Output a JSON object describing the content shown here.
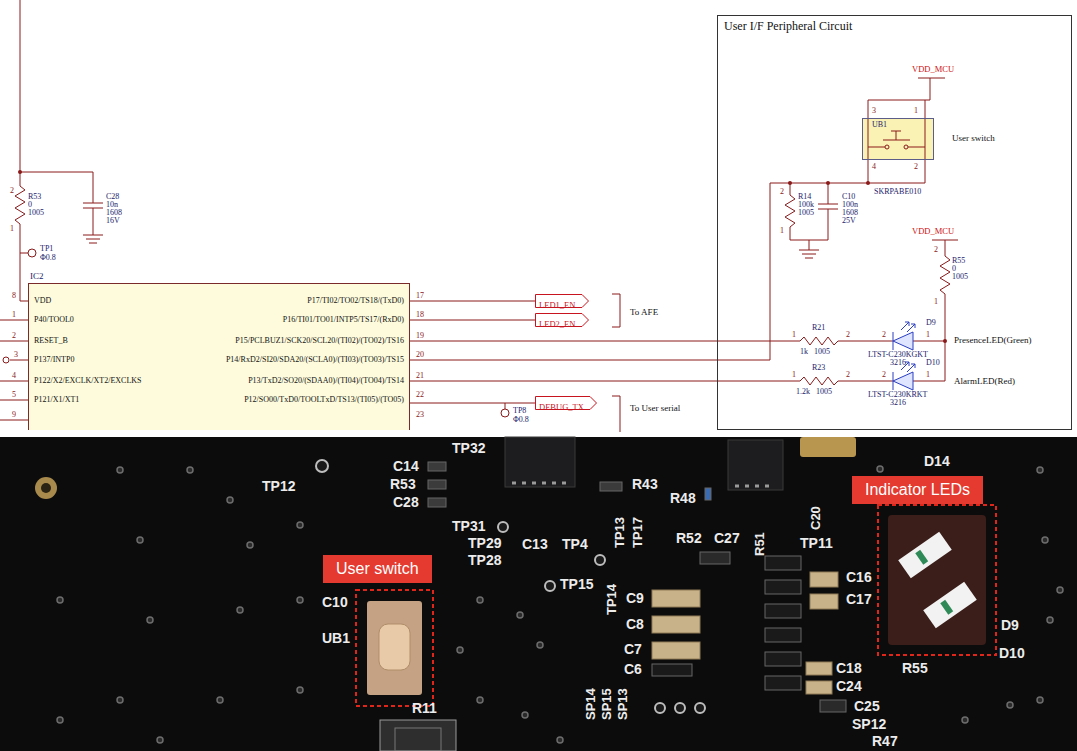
{
  "diagram": {
    "nodes": [
      {
        "text": [
          "User I/F Peripheral Circuit"
        ]
      },
      {
        "text": [
          "UB1"
        ],
        "in": 0
      },
      {
        "text": [
          "IC2",
          "VDD",
          "P40/TOOL0",
          "RESET_B",
          "P137/INTP0",
          "P122/X2/EXCLK/XT2/EXCLKS",
          "P121/X1/XT1",
          "P17/TI02/TO02/TS18/(TxD0)",
          "P16/TI01/TO01/INTP5/TS17/(RxD0)",
          "P15/PCLBUZ1/SCK20/SCL20/(TI02)/(TO02)/TS16",
          "P14/RxD2/SI20/SDA20/(SCLA0)/(TI03)/(TO03)/TS15",
          "P13/TxD2/SO20/(SDAA0)/(TI04)/(TO04)/TS14",
          "P12/SO00/TxD0/TOOLTxD/TS13/(TI05)/(TO05)"
        ]
      },
      {
        "text": [
          "LED1_EN"
        ]
      },
      {
        "text": [
          "LED2_EN"
        ]
      },
      {
        "text": [
          "DEBUG_TX"
        ]
      },
      {
        "text": [
          "User switch"
        ]
      },
      {
        "text": [
          "Indicator LEDs"
        ]
      }
    ],
    "edges": [
      {
        "from": 2,
        "to": 3,
        "arrow": "none"
      },
      {
        "from": 2,
        "to": 4,
        "arrow": "none"
      },
      {
        "from": 2,
        "to": 5,
        "arrow": "none"
      },
      {
        "from": 2,
        "to": 1,
        "arrow": "none"
      }
    ],
    "labels": [
      "2",
      "R53",
      "0",
      "1005",
      "1",
      "C28",
      "10n",
      "1608",
      "16V",
      "TP1",
      "Φ0.8",
      "8",
      "1",
      "2",
      "3",
      "4",
      "5",
      "9",
      "17",
      "18",
      "19",
      "20",
      "21",
      "22",
      "23",
      "To AFE",
      "TP8",
      "Φ0.8",
      "To User serial",
      "VDD_MCU",
      "3",
      "1",
      "4",
      "2",
      "User switch",
      "SKRPABE010",
      "2",
      "R14",
      "100k",
      "1005",
      "1",
      "C10",
      "100n",
      "1608",
      "25V",
      "VDD_MCU",
      "2",
      "R55",
      "0",
      "1005",
      "1",
      "1",
      "R21",
      "2",
      "1k",
      "1005",
      "D9",
      "2",
      "1",
      "LTST-C230KGKT",
      "3216",
      "PresenceLED(Green)",
      "1",
      "R23",
      "2",
      "1.2k",
      "1005",
      "D10",
      "2",
      "1",
      "LTST-C230KRKT",
      "3216",
      "AlarmLED(Red)",
      "TP12",
      "C14",
      "TP32",
      "R53",
      "C28",
      "TP31",
      "TP29",
      "TP28",
      "C13",
      "TP4",
      "TP15",
      "TP13",
      "TP17",
      "TP14",
      "R43",
      "R48",
      "R52",
      "C27",
      "R51",
      "C20",
      "TP11",
      "D14",
      "C16",
      "C17",
      "D9",
      "D10",
      "R55",
      "C9",
      "C8",
      "C7",
      "C6",
      "C18",
      "C24",
      "C25",
      "SP12",
      "R47",
      "SP14",
      "SP15",
      "SP13",
      "UB1",
      "C10",
      "R11"
    ]
  }
}
